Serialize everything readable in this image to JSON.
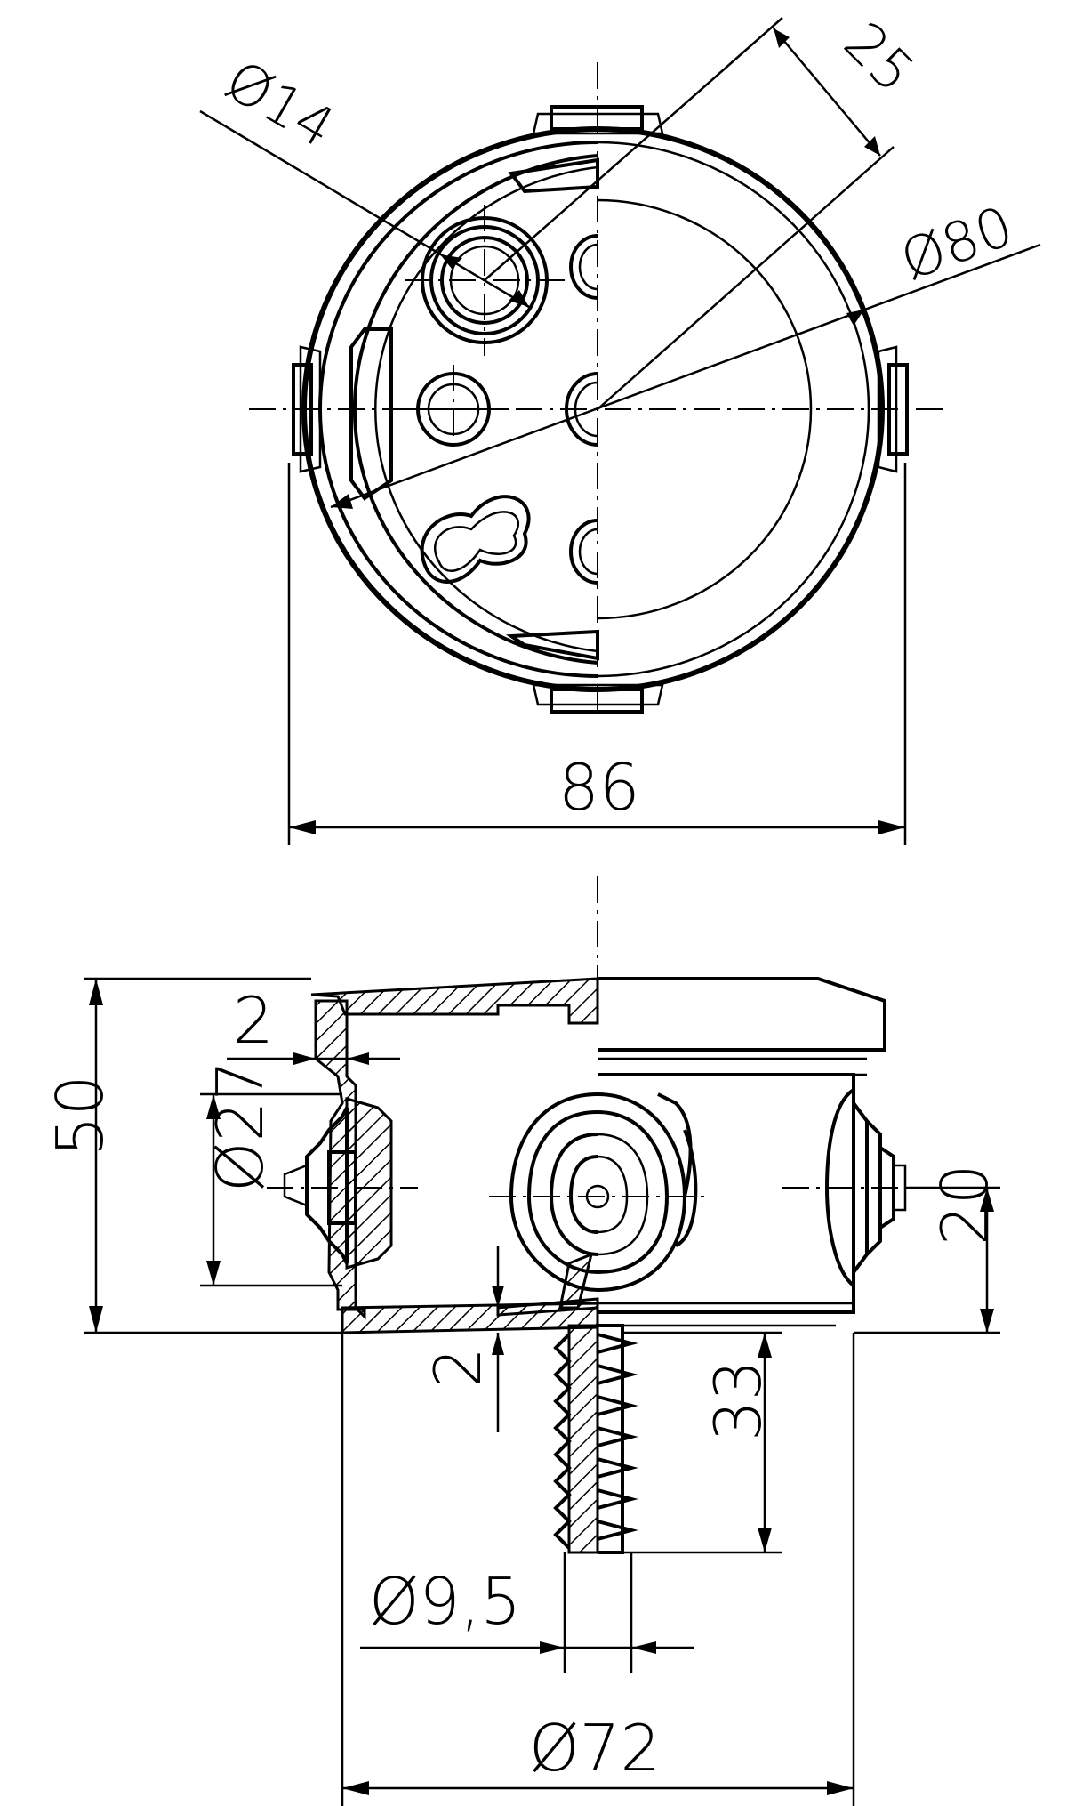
{
  "drawing": {
    "top_view": {
      "dimensions": {
        "hole_diameter": "Ø14",
        "cable_entry_length": "25",
        "inner_diameter": "Ø80",
        "overall_width": "86"
      }
    },
    "side_view": {
      "dimensions": {
        "wall_thickness_top": "2",
        "height": "50",
        "gland_diameter": "Ø27",
        "bottom_thickness": "2",
        "gland_center_height": "20",
        "anchor_length": "33",
        "anchor_diameter": "Ø9,5",
        "base_diameter": "Ø72"
      }
    },
    "colors": {
      "line": "#000000",
      "background": "#ffffff"
    }
  }
}
